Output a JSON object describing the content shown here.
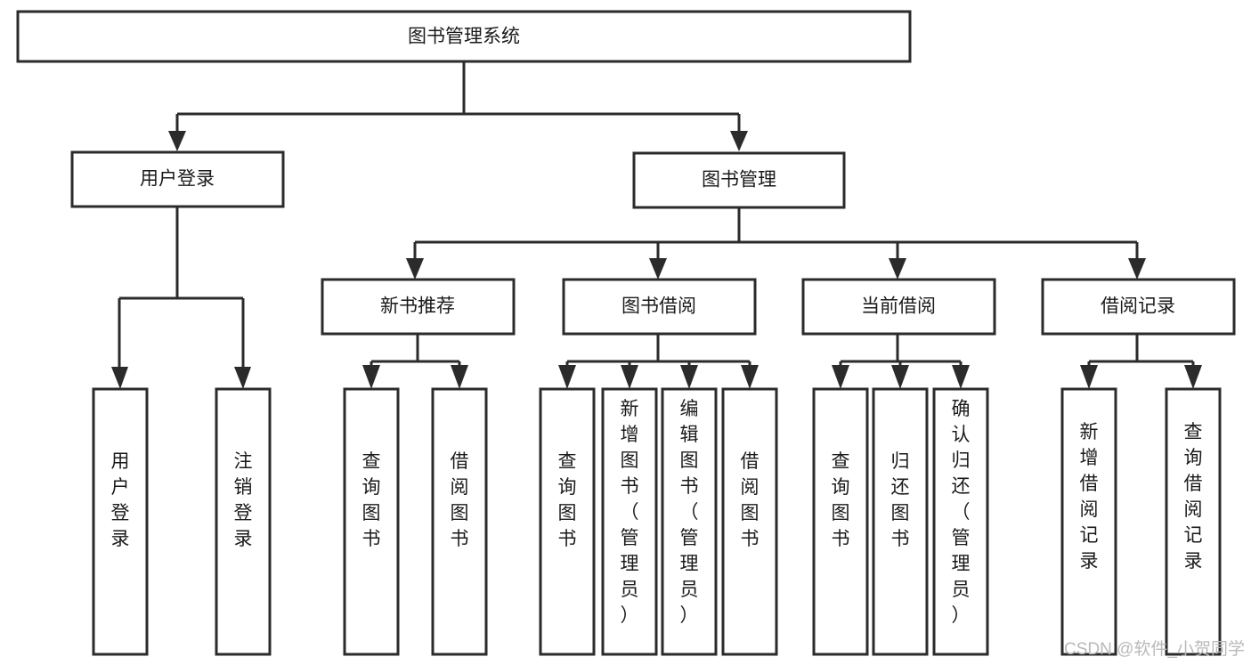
{
  "diagram": {
    "type": "tree-hierarchy-flowchart",
    "title": "图书管理系统",
    "root": {
      "id": "root",
      "label": "图书管理系统",
      "orientation": "horizontal"
    },
    "level2": [
      {
        "id": "user-login",
        "label": "用户登录",
        "orientation": "horizontal"
      },
      {
        "id": "book-manage",
        "label": "图书管理",
        "orientation": "horizontal"
      }
    ],
    "level3": [
      {
        "id": "new-book-rec",
        "label": "新书推荐",
        "parent": "book-manage",
        "orientation": "horizontal"
      },
      {
        "id": "book-borrow",
        "label": "图书借阅",
        "parent": "book-manage",
        "orientation": "horizontal"
      },
      {
        "id": "current-borrow",
        "label": "当前借阅",
        "parent": "book-manage",
        "orientation": "horizontal"
      },
      {
        "id": "borrow-record",
        "label": "借阅记录",
        "parent": "book-manage",
        "orientation": "horizontal"
      }
    ],
    "leaves": [
      {
        "id": "leaf-user-login",
        "label": "用户登录",
        "parent": "user-login",
        "orientation": "vertical"
      },
      {
        "id": "leaf-user-logout",
        "label": "注销登录",
        "parent": "user-login",
        "orientation": "vertical"
      },
      {
        "id": "leaf-query-book-1",
        "label": "查询图书",
        "parent": "new-book-rec",
        "orientation": "vertical"
      },
      {
        "id": "leaf-borrow-book-1",
        "label": "借阅图书",
        "parent": "new-book-rec",
        "orientation": "vertical"
      },
      {
        "id": "leaf-query-book-2",
        "label": "查询图书",
        "parent": "book-borrow",
        "orientation": "vertical"
      },
      {
        "id": "leaf-add-book",
        "label": "新增图书（管理员）",
        "parent": "book-borrow",
        "orientation": "vertical"
      },
      {
        "id": "leaf-edit-book",
        "label": "编辑图书（管理员）",
        "parent": "book-borrow",
        "orientation": "vertical"
      },
      {
        "id": "leaf-borrow-book-2",
        "label": "借阅图书",
        "parent": "book-borrow",
        "orientation": "vertical"
      },
      {
        "id": "leaf-query-book-3",
        "label": "查询图书",
        "parent": "current-borrow",
        "orientation": "vertical"
      },
      {
        "id": "leaf-return-book",
        "label": "归还图书",
        "parent": "current-borrow",
        "orientation": "vertical"
      },
      {
        "id": "leaf-confirm-return",
        "label": "确认归还（管理员）",
        "parent": "current-borrow",
        "orientation": "vertical"
      },
      {
        "id": "leaf-add-record",
        "label": "新增借阅记录",
        "parent": "borrow-record",
        "orientation": "vertical"
      },
      {
        "id": "leaf-query-record",
        "label": "查询借阅记录",
        "parent": "borrow-record",
        "orientation": "vertical"
      }
    ],
    "colors": {
      "box_stroke": "#2b2b2b",
      "box_fill": "#ffffff",
      "text": "#1a1a1a",
      "connector": "#2b2b2b",
      "background": "#ffffff",
      "watermark": "#b9b9b9"
    }
  },
  "watermark": {
    "text": "CSDN @软件_小贺同学"
  }
}
